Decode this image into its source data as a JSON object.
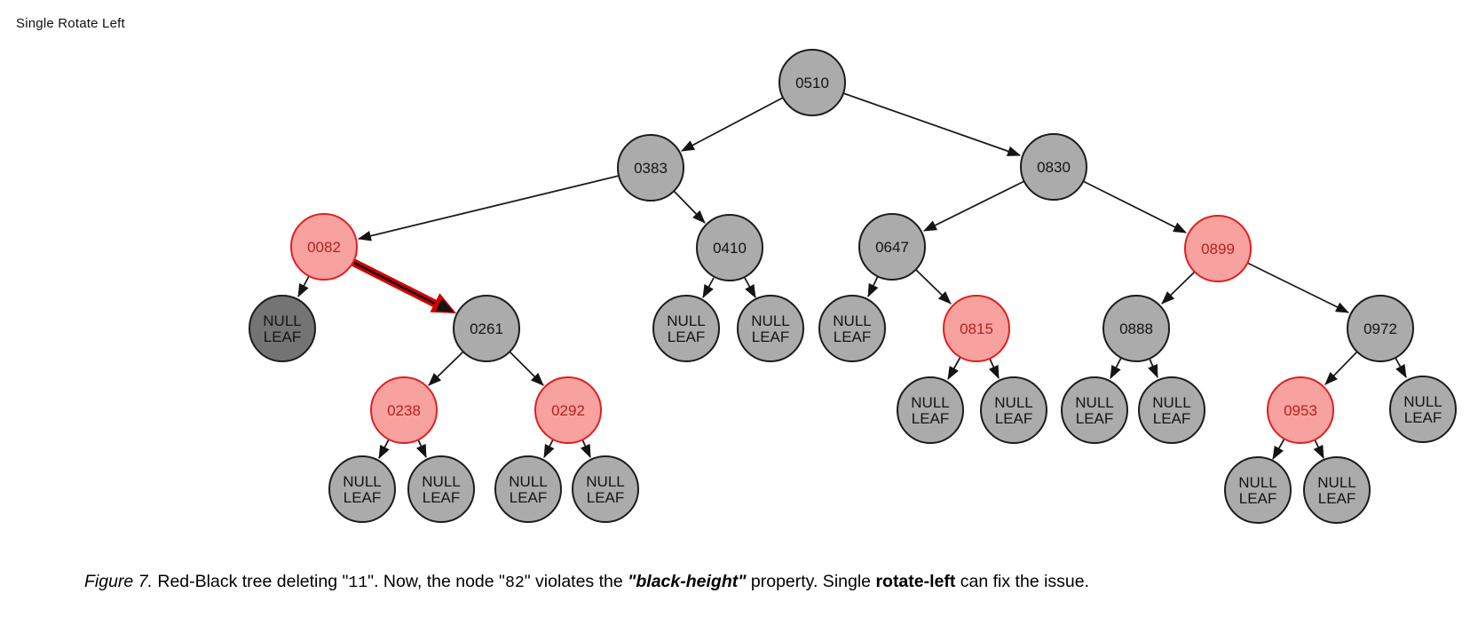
{
  "title": "Single Rotate Left",
  "labels": {
    "null_line1": "NULL",
    "null_line2": "LEAF"
  },
  "tree": {
    "nodes": [
      {
        "label": "0510",
        "color": "black"
      },
      {
        "label": "0383",
        "color": "black"
      },
      {
        "label": "0830",
        "color": "black"
      },
      {
        "label": "0082",
        "color": "red"
      },
      {
        "label": "0410",
        "color": "black"
      },
      {
        "label": "0647",
        "color": "black"
      },
      {
        "label": "0899",
        "color": "red"
      },
      {
        "label1": "NULL",
        "label2": "LEAF",
        "color": "black-dark"
      },
      {
        "label": "0261",
        "color": "black"
      },
      {
        "label1": "NULL",
        "label2": "LEAF",
        "color": "black"
      },
      {
        "label1": "NULL",
        "label2": "LEAF",
        "color": "black"
      },
      {
        "label1": "NULL",
        "label2": "LEAF",
        "color": "black"
      },
      {
        "label": "0815",
        "color": "red"
      },
      {
        "label": "0888",
        "color": "black"
      },
      {
        "label": "0972",
        "color": "black"
      },
      {
        "label": "0238",
        "color": "red"
      },
      {
        "label": "0292",
        "color": "red"
      },
      {
        "label1": "NULL",
        "label2": "LEAF",
        "color": "black"
      },
      {
        "label1": "NULL",
        "label2": "LEAF",
        "color": "black"
      },
      {
        "label1": "NULL",
        "label2": "LEAF",
        "color": "black"
      },
      {
        "label1": "NULL",
        "label2": "LEAF",
        "color": "black"
      },
      {
        "label": "0953",
        "color": "red"
      },
      {
        "label1": "NULL",
        "label2": "LEAF",
        "color": "black"
      },
      {
        "label1": "NULL",
        "label2": "LEAF",
        "color": "black"
      },
      {
        "label1": "NULL",
        "label2": "LEAF",
        "color": "black"
      },
      {
        "label1": "NULL",
        "label2": "LEAF",
        "color": "black"
      },
      {
        "label1": "NULL",
        "label2": "LEAF",
        "color": "black"
      },
      {
        "label1": "NULL",
        "label2": "LEAF",
        "color": "black"
      },
      {
        "label1": "NULL",
        "label2": "LEAF",
        "color": "black"
      }
    ],
    "edges": [
      {
        "from": "0510",
        "to": "0383"
      },
      {
        "from": "0510",
        "to": "0830"
      },
      {
        "from": "0383",
        "to": "0082"
      },
      {
        "from": "0383",
        "to": "0410"
      },
      {
        "from": "0830",
        "to": "0647"
      },
      {
        "from": "0830",
        "to": "0899"
      },
      {
        "from": "0082",
        "to": "NULL LEAF (dark)"
      },
      {
        "from": "0410",
        "to": "NULL LEAF"
      },
      {
        "from": "0410",
        "to": "NULL LEAF"
      },
      {
        "from": "0647",
        "to": "NULL LEAF"
      },
      {
        "from": "0647",
        "to": "0815"
      },
      {
        "from": "0899",
        "to": "0888"
      },
      {
        "from": "0899",
        "to": "0972"
      },
      {
        "from": "0261",
        "to": "0238"
      },
      {
        "from": "0261",
        "to": "0292"
      },
      {
        "from": "0815",
        "to": "NULL LEAF"
      },
      {
        "from": "0815",
        "to": "NULL LEAF"
      },
      {
        "from": "0888",
        "to": "NULL LEAF"
      },
      {
        "from": "0888",
        "to": "NULL LEAF"
      },
      {
        "from": "0972",
        "to": "0953"
      },
      {
        "from": "0972",
        "to": "NULL LEAF"
      },
      {
        "from": "0238",
        "to": "NULL LEAF"
      },
      {
        "from": "0238",
        "to": "NULL LEAF"
      },
      {
        "from": "0292",
        "to": "NULL LEAF"
      },
      {
        "from": "0292",
        "to": "NULL LEAF"
      },
      {
        "from": "0953",
        "to": "NULL LEAF"
      },
      {
        "from": "0953",
        "to": "NULL LEAF"
      }
    ],
    "highlight_edge": {
      "from": "0082",
      "to": "0261",
      "style": "thick-red-arrow"
    }
  },
  "colors": {
    "black_node_fill": "#ABABAB",
    "dark_null_leaf_fill": "#747474",
    "node_stroke": "#1C1C1C",
    "red_node_fill": "#F8A2A0",
    "red_node_stroke": "#DE2020",
    "red_node_text": "#B22222",
    "edge": "#1C1C1C",
    "highlight_arrow": "#D40000"
  },
  "caption": {
    "segments": [
      {
        "text": "Figure 7.",
        "style": "italic"
      },
      {
        "text": " Red-Black tree deleting \"",
        "style": "normal"
      },
      {
        "text": "11",
        "style": "code"
      },
      {
        "text": "\". Now, the node \"",
        "style": "normal"
      },
      {
        "text": "82",
        "style": "code"
      },
      {
        "text": "\" violates the ",
        "style": "normal"
      },
      {
        "text": "\"black-height\"",
        "style": "bold-italic"
      },
      {
        "text": " property. Single ",
        "style": "normal"
      },
      {
        "text": "rotate-left",
        "style": "bold"
      },
      {
        "text": " can fix the issue.",
        "style": "normal"
      }
    ]
  }
}
